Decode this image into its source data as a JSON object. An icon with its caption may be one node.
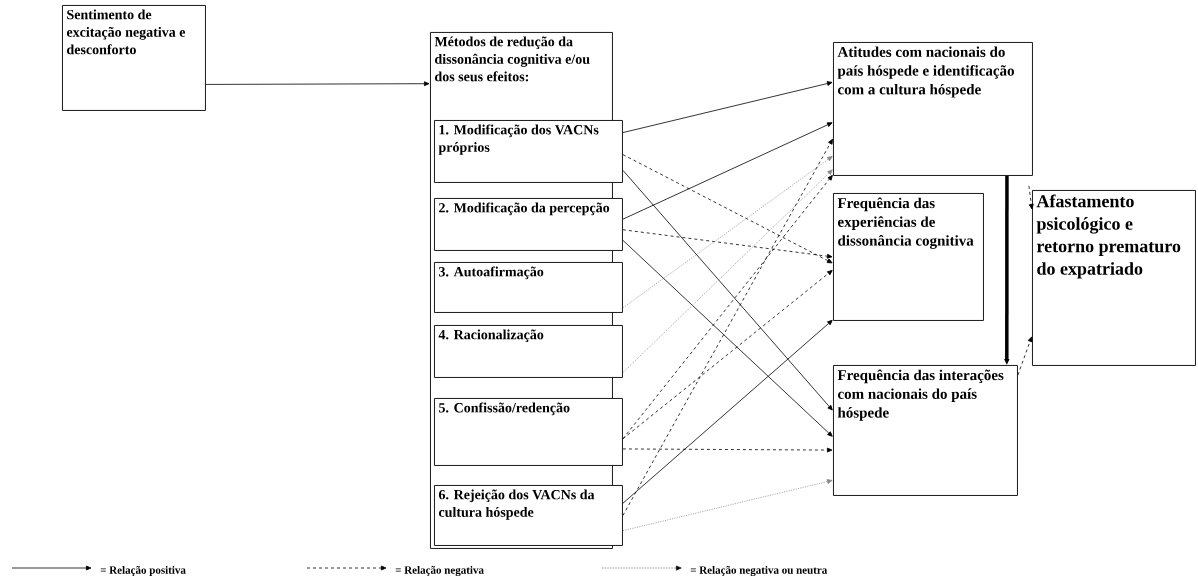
{
  "diagram": {
    "nodes": [
      {
        "text": [
          "Sentimento de excitação negativa e desconforto"
        ]
      },
      {
        "text": [
          "Métodos de redução da dissonância cognitiva e/ou dos seus efeitos:"
        ]
      },
      {
        "text": [
          "1. Modificação dos VACNs próprios"
        ],
        "in": 1
      },
      {
        "text": [
          "2. Modificação da percepção"
        ],
        "in": 1
      },
      {
        "text": [
          "3. Autoafirmação"
        ],
        "in": 1
      },
      {
        "text": [
          "4. Racionalização"
        ],
        "in": 1
      },
      {
        "text": [
          "5. Confissão/redenção"
        ],
        "in": 1
      },
      {
        "text": [
          "6. Rejeição dos VACNs da cultura hóspede"
        ],
        "in": 1
      },
      {
        "text": [
          "Atitudes com nacionais do país hóspede e identificação com a cultura hóspede"
        ]
      },
      {
        "text": [
          "Frequência das experiências de dissonância cognitiva"
        ]
      },
      {
        "text": [
          "Frequência das interações com nacionais do país hóspede"
        ]
      },
      {
        "text": [
          "Afastamento psicológico e retorno prematuro do expatriado"
        ]
      }
    ],
    "edges": [
      {
        "from": 0,
        "to": 1,
        "arrow": "to"
      },
      {
        "from": 2,
        "to": 8,
        "arrow": "to"
      },
      {
        "from": 2,
        "to": 9,
        "arrow": "to",
        "style": "dashed"
      },
      {
        "from": 2,
        "to": 10,
        "arrow": "to"
      },
      {
        "from": 3,
        "to": 8,
        "arrow": "to"
      },
      {
        "from": 3,
        "to": 9,
        "arrow": "to",
        "style": "dashed"
      },
      {
        "from": 3,
        "to": 10,
        "arrow": "to"
      },
      {
        "from": 4,
        "to": 8,
        "arrow": "to",
        "style": "dashed",
        "color": "#888888"
      },
      {
        "from": 5,
        "to": 8,
        "arrow": "to",
        "style": "dashed",
        "color": "#888888"
      },
      {
        "from": 6,
        "to": 8,
        "arrow": "to",
        "style": "dashed"
      },
      {
        "from": 6,
        "to": 9,
        "arrow": "to",
        "style": "dashed"
      },
      {
        "from": 6,
        "to": 10,
        "arrow": "to",
        "style": "dashed"
      },
      {
        "from": 7,
        "to": 8,
        "arrow": "to",
        "style": "dashed"
      },
      {
        "from": 7,
        "to": 9,
        "arrow": "to"
      },
      {
        "from": 7,
        "to": 10,
        "arrow": "to",
        "style": "dashed",
        "color": "#888888"
      },
      {
        "from": 8,
        "to": 10,
        "arrow": "to",
        "style": "thick"
      },
      {
        "from": 8,
        "to": 11,
        "arrow": "to",
        "style": "dashed"
      },
      {
        "from": 10,
        "to": 11,
        "arrow": "to",
        "style": "dashed"
      }
    ],
    "legend": [
      {
        "text": "= Relação positiva"
      },
      {
        "text": "= Relação negativa"
      },
      {
        "text": "= Relação negativa ou neutra"
      }
    ]
  }
}
